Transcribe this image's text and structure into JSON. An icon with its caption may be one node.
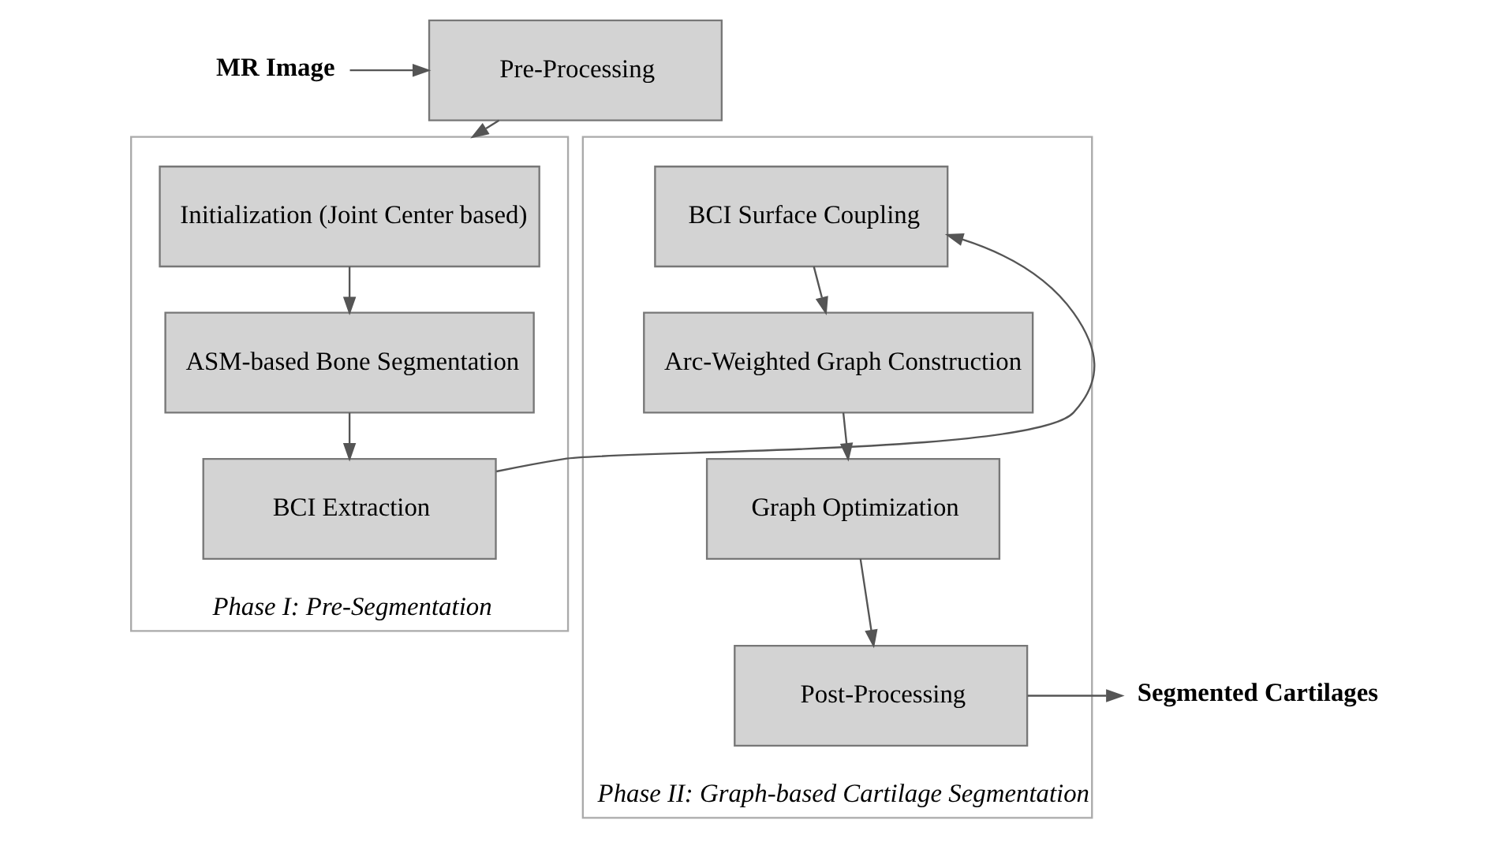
{
  "diagram": {
    "nodes": [
      {
        "text": [
          "MR Image"
        ]
      },
      {
        "text": [
          "Pre-Processing"
        ]
      },
      {
        "text": [
          "Phase I: Pre-Segmentation"
        ]
      },
      {
        "text": [
          "Initialization (Joint Center based)"
        ],
        "in": 2
      },
      {
        "text": [
          "ASM-based Bone Segmentation"
        ],
        "in": 2
      },
      {
        "text": [
          "BCI Extraction"
        ],
        "in": 2
      },
      {
        "text": [
          "Phase II: Graph-based Cartilage Segmentation"
        ]
      },
      {
        "text": [
          "BCI Surface Coupling"
        ],
        "in": 6
      },
      {
        "text": [
          "Arc-Weighted Graph Construction"
        ],
        "in": 6
      },
      {
        "text": [
          "Graph Optimization"
        ],
        "in": 6
      },
      {
        "text": [
          "Post-Processing"
        ],
        "in": 6
      },
      {
        "text": [
          "Segmented Cartilages"
        ]
      }
    ],
    "edges": [
      {
        "from": 0,
        "to": 1,
        "arrow": "to"
      },
      {
        "from": 1,
        "to": 2,
        "arrow": "to"
      },
      {
        "from": 3,
        "to": 4,
        "arrow": "to"
      },
      {
        "from": 4,
        "to": 5,
        "arrow": "to"
      },
      {
        "from": 5,
        "to": 7,
        "arrow": "to"
      },
      {
        "from": 7,
        "to": 8,
        "arrow": "to"
      },
      {
        "from": 8,
        "to": 9,
        "arrow": "to"
      },
      {
        "from": 9,
        "to": 10,
        "arrow": "to"
      },
      {
        "from": 10,
        "to": 11,
        "arrow": "to"
      }
    ]
  }
}
